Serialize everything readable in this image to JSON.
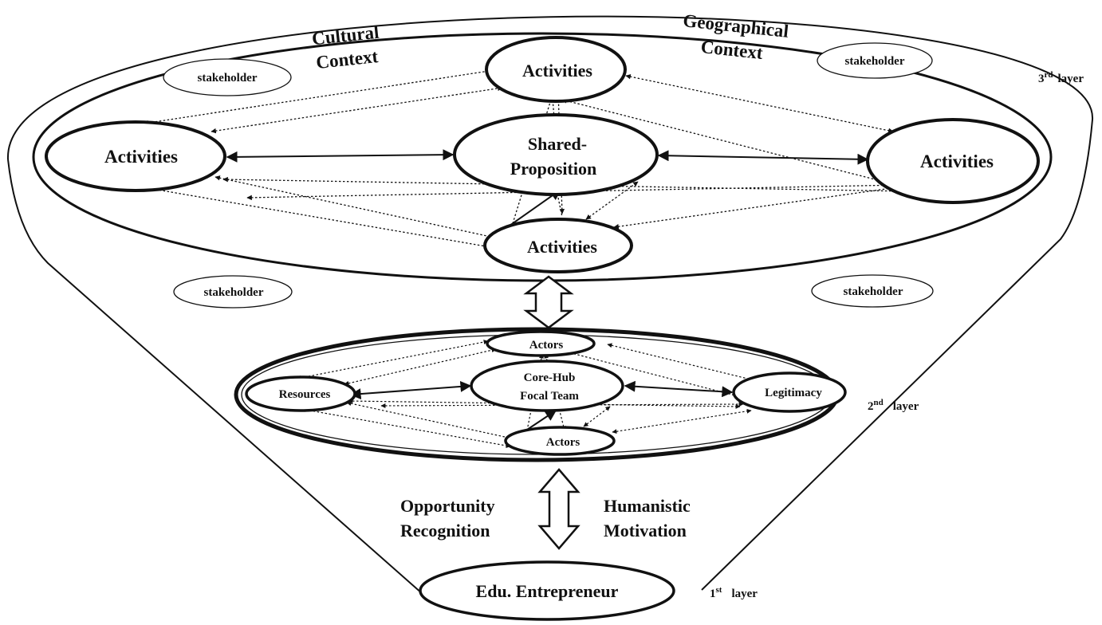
{
  "layers": {
    "third": {
      "label": "layer",
      "ordinal": "3",
      "suffix": "rd"
    },
    "second": {
      "label": "layer",
      "ordinal": "2",
      "suffix": "nd"
    },
    "first": {
      "label": "layer",
      "ordinal": "1",
      "suffix": "st"
    }
  },
  "contexts": {
    "cultural": [
      "Cultural",
      "Context"
    ],
    "geographical": [
      "Geographical",
      "Context"
    ]
  },
  "third_layer": {
    "stakeholder_top_left": "stakeholder",
    "stakeholder_top_right": "stakeholder",
    "activities_top": "Activities",
    "activities_left": "Activities",
    "activities_right": "Activities",
    "activities_bottom": "Activities",
    "shared_proposition": [
      "Shared-",
      "Proposition"
    ]
  },
  "middle": {
    "stakeholder_left": "stakeholder",
    "stakeholder_right": "stakeholder"
  },
  "second_layer": {
    "actors_top": "Actors",
    "actors_bottom": "Actors",
    "resources": "Resources",
    "legitimacy": "Legitimacy",
    "core_hub": [
      "Core-Hub",
      "Focal Team"
    ]
  },
  "bottom": {
    "opportunity": [
      "Opportunity",
      "Recognition"
    ],
    "humanistic": [
      "Humanistic",
      "Motivation"
    ],
    "entrepreneur": "Edu. Entrepreneur"
  }
}
